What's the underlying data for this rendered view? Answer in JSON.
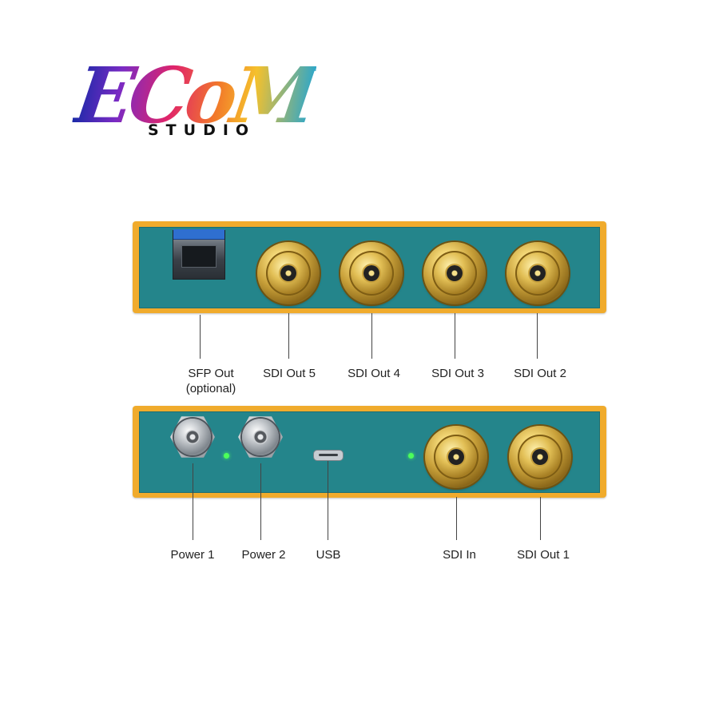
{
  "logo": {
    "main": "ECoM",
    "sub": "STUDIO"
  },
  "colors": {
    "housing": "#f0ab2c",
    "face": "#24858b",
    "led": "#4cff5a",
    "sfp_latch": "#2f6fd0"
  },
  "top_panel": {
    "labels": {
      "sfp_out": "SFP Out",
      "sfp_out_note": "(optional)",
      "sdi_out_5": "SDI Out 5",
      "sdi_out_4": "SDI Out 4",
      "sdi_out_3": "SDI Out 3",
      "sdi_out_2": "SDI Out 2"
    }
  },
  "bottom_panel": {
    "labels": {
      "power_1": "Power 1",
      "power_2": "Power 2",
      "usb": "USB",
      "sdi_in": "SDI In",
      "sdi_out_1": "SDI Out 1"
    }
  }
}
